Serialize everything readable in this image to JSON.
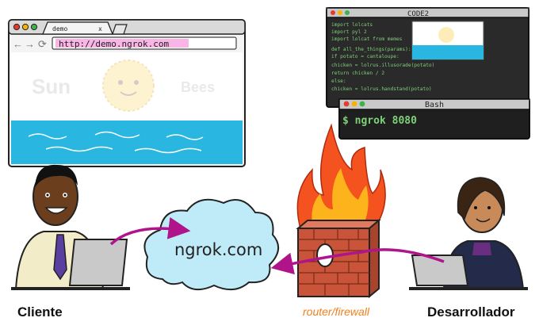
{
  "browser": {
    "tab_title": "demo",
    "tab_close": "x",
    "url": "http://demo.ngrok.com",
    "page_logo_left": "Sun",
    "page_logo_right": "Bees"
  },
  "editor": {
    "title": "CODE2",
    "code_lines": [
      "import  lolcats",
      "import  pyl 2",
      "import  lolcat from memes",
      "def  all_the_things(params):",
      "  if  potato = cantaloupe:",
      "    chicken = lolrus.illusorade(potato)",
      "    return  chicken / 2",
      "  else:",
      "    chicken = lolrus.handstand(potato)"
    ]
  },
  "terminal": {
    "title": "Bash",
    "command": "$ ngrok 8080"
  },
  "cloud": {
    "label": "ngrok.com"
  },
  "labels": {
    "client": "Cliente",
    "router": "router/firewall",
    "developer": "Desarrollador"
  },
  "colors": {
    "arrow": "#b0148a",
    "water": "#29b6e0",
    "cloud": "#bfeaf7",
    "brick": "#c9543a",
    "flame_outer": "#f4521e",
    "flame_inner": "#fdb31b",
    "router_label": "#f0801e"
  }
}
